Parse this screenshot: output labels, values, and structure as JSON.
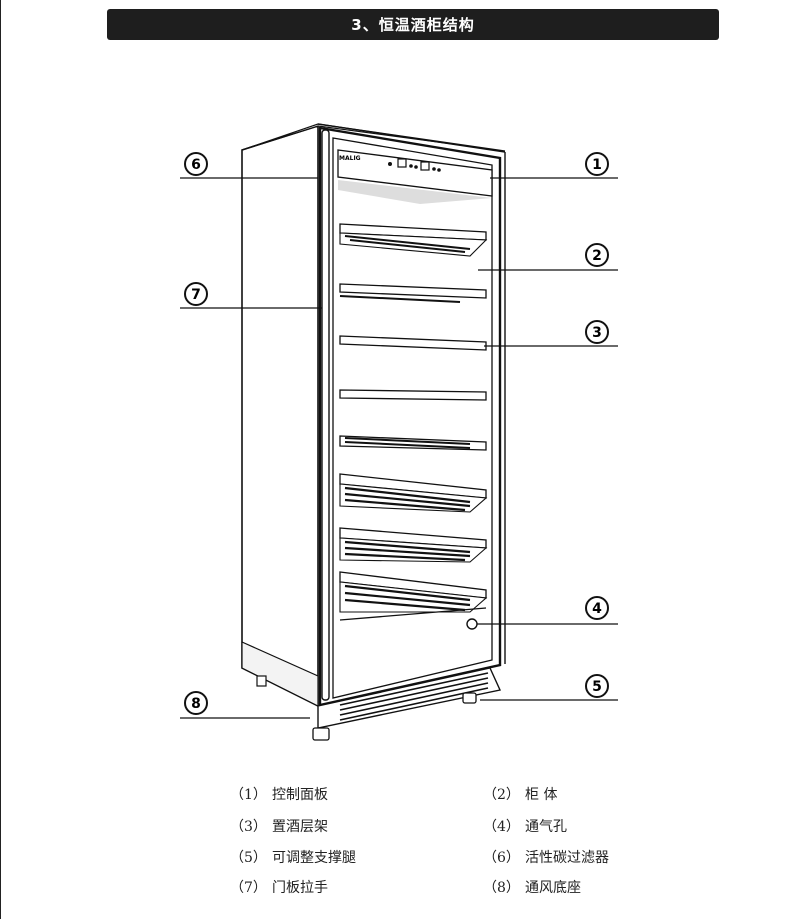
{
  "page_title": "3、恒温酒柜结构",
  "logo_text": "MALIG",
  "callouts": [
    "1",
    "2",
    "3",
    "4",
    "5",
    "6",
    "7",
    "8"
  ],
  "legend": [
    {
      "num": "（1）",
      "label": "控制面板"
    },
    {
      "num": "（2）",
      "label": "柜 体"
    },
    {
      "num": "（3）",
      "label": "置酒层架"
    },
    {
      "num": "（4）",
      "label": "通气孔"
    },
    {
      "num": "（5）",
      "label": "可调整支撑腿"
    },
    {
      "num": "（6）",
      "label": "活性碳过滤器"
    },
    {
      "num": "（7）",
      "label": "门板拉手"
    },
    {
      "num": "（8）",
      "label": "通风底座"
    }
  ]
}
